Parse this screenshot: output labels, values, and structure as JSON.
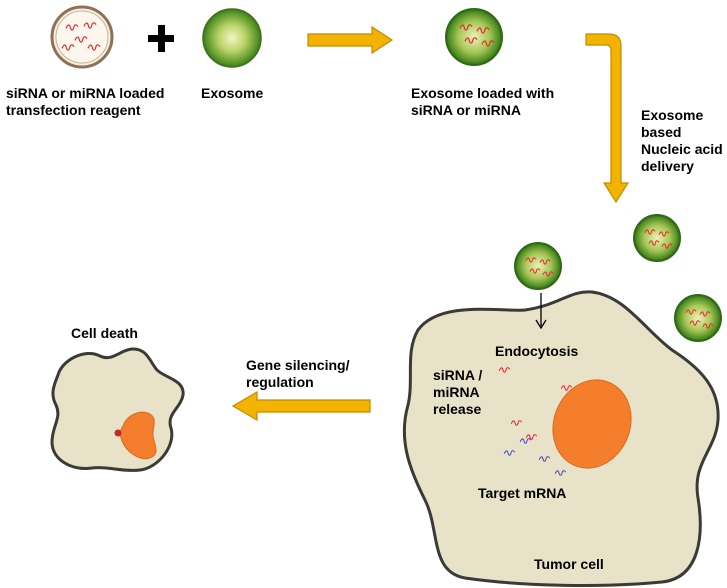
{
  "labels": {
    "reagent": "siRNA or miRNA loaded\ntransfection reagent",
    "exosome": "Exosome",
    "loaded_exosome": "Exosome loaded with\nsiRNA or miRNA",
    "delivery": "Exosome\nbased\nNucleic acid\ndelivery",
    "endocytosis": "Endocytosis",
    "release": "siRNA /\nmiRNA\nrelease",
    "target_mrna": "Target mRNA",
    "tumor_cell": "Tumor cell",
    "gene_silencing": "Gene silencing/\nregulation",
    "cell_death": "Cell death"
  },
  "colors": {
    "arrow": "#f2b400",
    "cell_fill": "#e8e3c8",
    "nucleus": "#f47e2c",
    "exosome_green": "#4f8e24",
    "sirna": "#e8282a",
    "mrna": "#4b4bb8"
  }
}
